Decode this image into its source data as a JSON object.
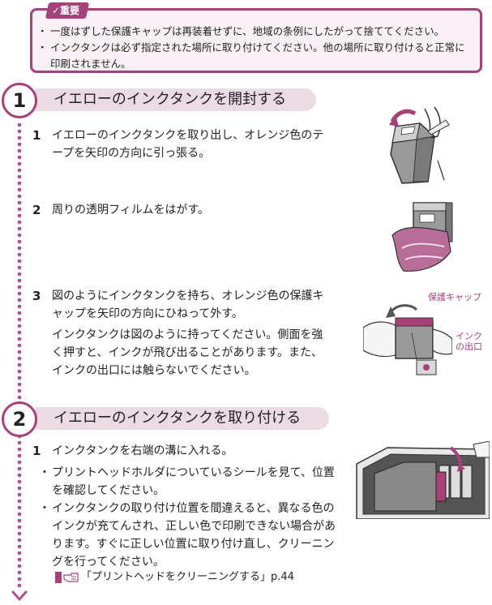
{
  "notice": {
    "tag": "重要",
    "items": [
      "一度はずした保護キャップは再装着せずに、地域の条例にしたがって捨ててください。",
      "インクタンクは必ず指定された場所に取り付けてください。他の場所に取り付けると正常に印刷されません。"
    ]
  },
  "step1": {
    "number": "1",
    "title": "イエローのインクタンクを開封する",
    "subs": [
      {
        "num": "1",
        "text": "イエローのインクタンクを取り出し、オレンジ色のテープを矢印の方向に引っ張る。"
      },
      {
        "num": "2",
        "text": "周りの透明フィルムをはがす。"
      },
      {
        "num": "3",
        "text": "図のようにインクタンクを持ち、オレンジ色の保護キャップを矢印の方向にひねって外す。"
      }
    ],
    "note": "インクタンクは図のように持ってください。側面を強く押すと、インクが飛び出ることがあります。また、インクの出口には触らないでください。",
    "label_cap": "保護キャップ",
    "label_outlet": "インクの出口"
  },
  "step2": {
    "number": "2",
    "title": "イエローのインクタンクを取り付ける",
    "sub1": {
      "num": "1",
      "text": "インクタンクを右端の溝に入れる。"
    },
    "bullets": [
      "プリントヘッドホルダについているシールを見て、位置を確認してください。",
      "インクタンクの取り付け位置を間違えると、異なる色のインクが充てんされ、正しい色で印刷できない場合があります。すぐに正しい位置に取り付け直し、クリーニングを行ってください。"
    ],
    "ref": "「プリントヘッドをクリーニングする」p.44"
  },
  "colors": {
    "accent": "#a8407a",
    "title_bg": "#eadbe4"
  }
}
